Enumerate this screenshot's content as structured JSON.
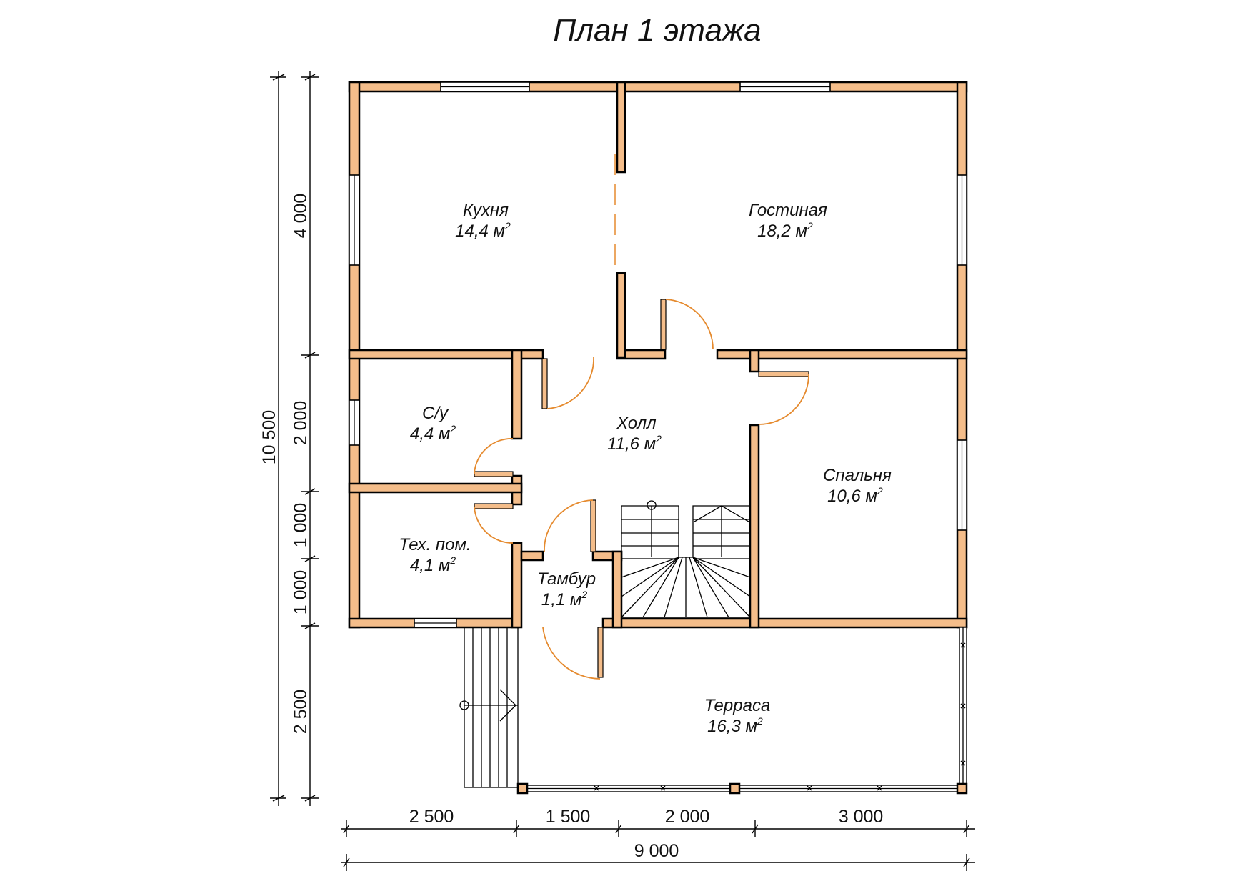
{
  "title": "План 1 этажа",
  "colors": {
    "wall_fill": "#f4bd8a",
    "door_arc": "#e58a2e",
    "line": "#000000"
  },
  "rooms": [
    {
      "name": "Кухня",
      "area": "14,4 м",
      "unit_sup": "2"
    },
    {
      "name": "Гостиная",
      "area": "18,2 м",
      "unit_sup": "2"
    },
    {
      "name": "С/у",
      "area": "4,4 м",
      "unit_sup": "2"
    },
    {
      "name": "Холл",
      "area": "11,6 м",
      "unit_sup": "2"
    },
    {
      "name": "Спальня",
      "area": "10,6 м",
      "unit_sup": "2"
    },
    {
      "name": "Тех. пом.",
      "area": "4,1 м",
      "unit_sup": "2"
    },
    {
      "name": "Тамбур",
      "area": "1,1 м",
      "unit_sup": "2"
    },
    {
      "name": "Терраса",
      "area": "16,3 м",
      "unit_sup": "2"
    }
  ],
  "dimensions": {
    "total_vertical": "10 500",
    "vertical": [
      "4 000",
      "2 000",
      "1 000",
      "1 000",
      "2 500"
    ],
    "horizontal": [
      "2 500",
      "1 500",
      "2 000",
      "3 000"
    ],
    "total_horizontal": "9 000"
  }
}
